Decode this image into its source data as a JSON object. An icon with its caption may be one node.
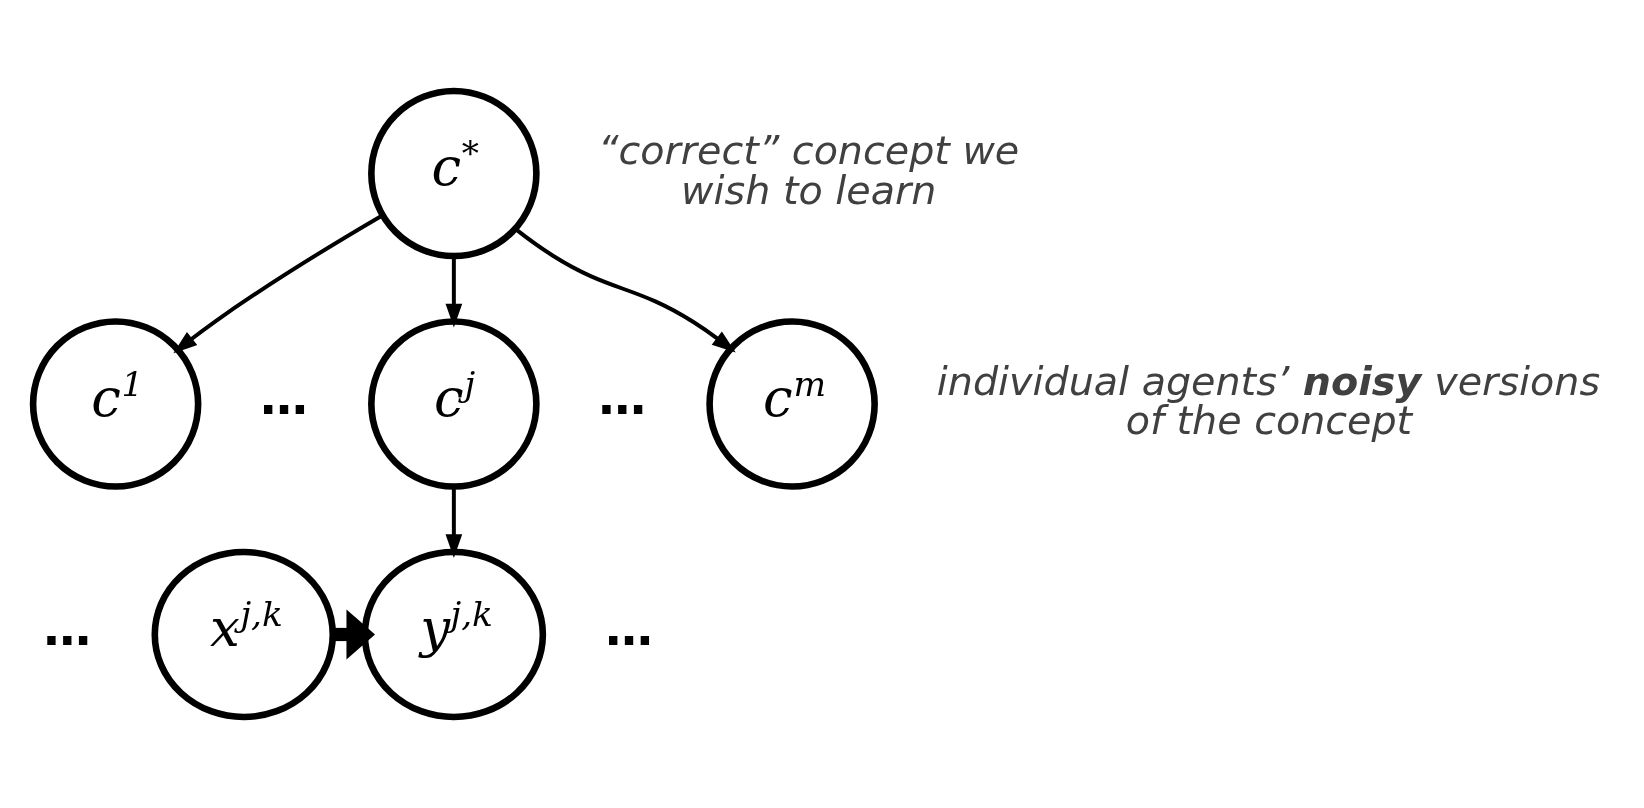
{
  "diagram": {
    "nodes": [
      {
        "text": [
          "c$^{*}$"
        ],
        "beside": [
          "“correct” concept we wish to learn"
        ]
      },
      {
        "text": [
          "c$^{1}$"
        ]
      },
      {
        "text": [
          "c$^{j}$"
        ]
      },
      {
        "text": [
          "c$^{m}$"
        ],
        "beside": [
          "individual agents’ **noisy** versions of the concept"
        ]
      },
      {
        "text": [
          "x$^{j,k}$"
        ]
      },
      {
        "text": [
          "y$^{j,k}$"
        ]
      }
    ],
    "edges": [
      {
        "from": 0,
        "to": 1,
        "arrow": "to"
      },
      {
        "from": 0,
        "to": 2,
        "arrow": "to"
      },
      {
        "from": 0,
        "to": 3,
        "arrow": "to"
      },
      {
        "from": 2,
        "to": 5,
        "arrow": "to"
      },
      {
        "from": 4,
        "to": 5,
        "arrow": "to",
        "style": "thick"
      }
    ],
    "labels": [
      "…",
      "…",
      "…",
      "…"
    ]
  }
}
